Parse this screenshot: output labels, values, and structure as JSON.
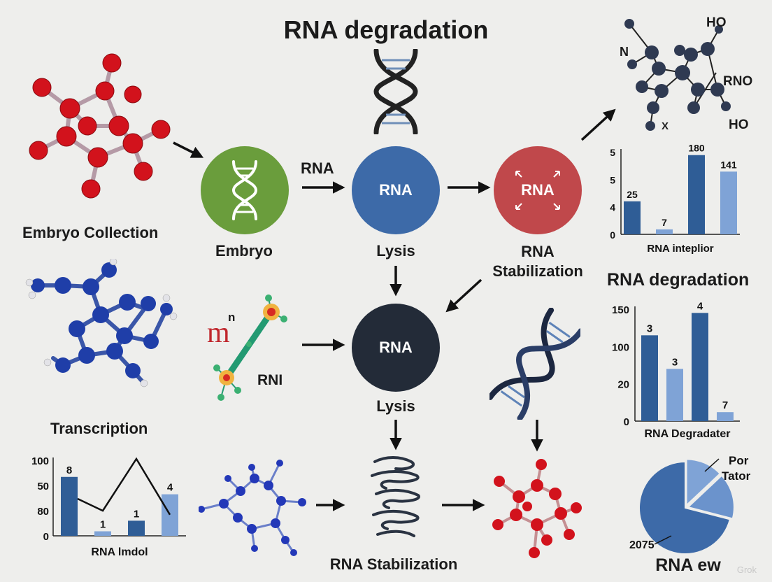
{
  "title": "RNA degradation",
  "labels": {
    "embryo_collection": "Embryo Collection",
    "embryo": "Embryo",
    "arrow_rna": "RNA",
    "lysis_1": "Lysis",
    "rna_stabilization_line1": "RNA",
    "rna_stabilization_line2": "Stabilization",
    "transcription": "Transcription",
    "lysis_2": "Lysis",
    "rna_stabilization_bottom": "RNA Stabilization",
    "m_symbol": "m",
    "n_symbol": "n",
    "rni": "RNI"
  },
  "nodes": {
    "embryo": {
      "color": "#6a9d3c"
    },
    "rna_blue": {
      "label": "RNA",
      "color": "#3d6aa8"
    },
    "rna_red": {
      "label": "RNA",
      "color": "#c0484b"
    },
    "rna_dark": {
      "label": "RNA",
      "color": "#232b38"
    }
  },
  "molecule_tr": {
    "labels": [
      "HO",
      "N",
      "RNO",
      "HO",
      "X"
    ]
  },
  "charts": {
    "top_right": {
      "type": "bar",
      "xlabel": "RNA inteplior",
      "ytick_labels": [
        "5",
        "5",
        "4",
        "0"
      ],
      "bar_labels": [
        "25",
        "7",
        "180",
        "141"
      ],
      "values": [
        2.0,
        0.3,
        4.8,
        3.8
      ],
      "ylim": [
        0,
        5
      ],
      "colors": [
        "#2f5d96",
        "#7fa3d6",
        "#2f5d96",
        "#7fa3d6"
      ]
    },
    "mid_right": {
      "type": "bar",
      "title": "RNA degradation",
      "xlabel": "RNA Degradater",
      "ytick_labels": [
        "150",
        "100",
        "20",
        "0"
      ],
      "bar_labels": [
        "3",
        "3",
        "4",
        "7"
      ],
      "values": [
        115,
        70,
        145,
        12
      ],
      "ylim": [
        0,
        150
      ],
      "colors": [
        "#2f5d96",
        "#7fa3d6",
        "#2f5d96",
        "#7fa3d6"
      ]
    },
    "bottom_left": {
      "type": "bar",
      "xlabel": "RNA lmdol",
      "ytick_labels": [
        "100",
        "50",
        "80",
        "0"
      ],
      "bar_labels": [
        "8",
        "1",
        "1",
        "4"
      ],
      "values": [
        78,
        6,
        20,
        55
      ],
      "ylim": [
        0,
        100
      ],
      "line_points": [
        0.5,
        0.35,
        1.0,
        0.3
      ],
      "colors": [
        "#2f5d96",
        "#7fa3d6",
        "#2f5d96",
        "#7fa3d6"
      ]
    },
    "pie": {
      "type": "pie",
      "title": "RNA ew",
      "labels": [
        "Por",
        "Tator",
        "2075"
      ],
      "slices": [
        0.13,
        0.16,
        0.71
      ],
      "colors": [
        "#7fa3d6",
        "#6b93cc",
        "#3d6aa8"
      ]
    }
  },
  "watermark": "Grok"
}
